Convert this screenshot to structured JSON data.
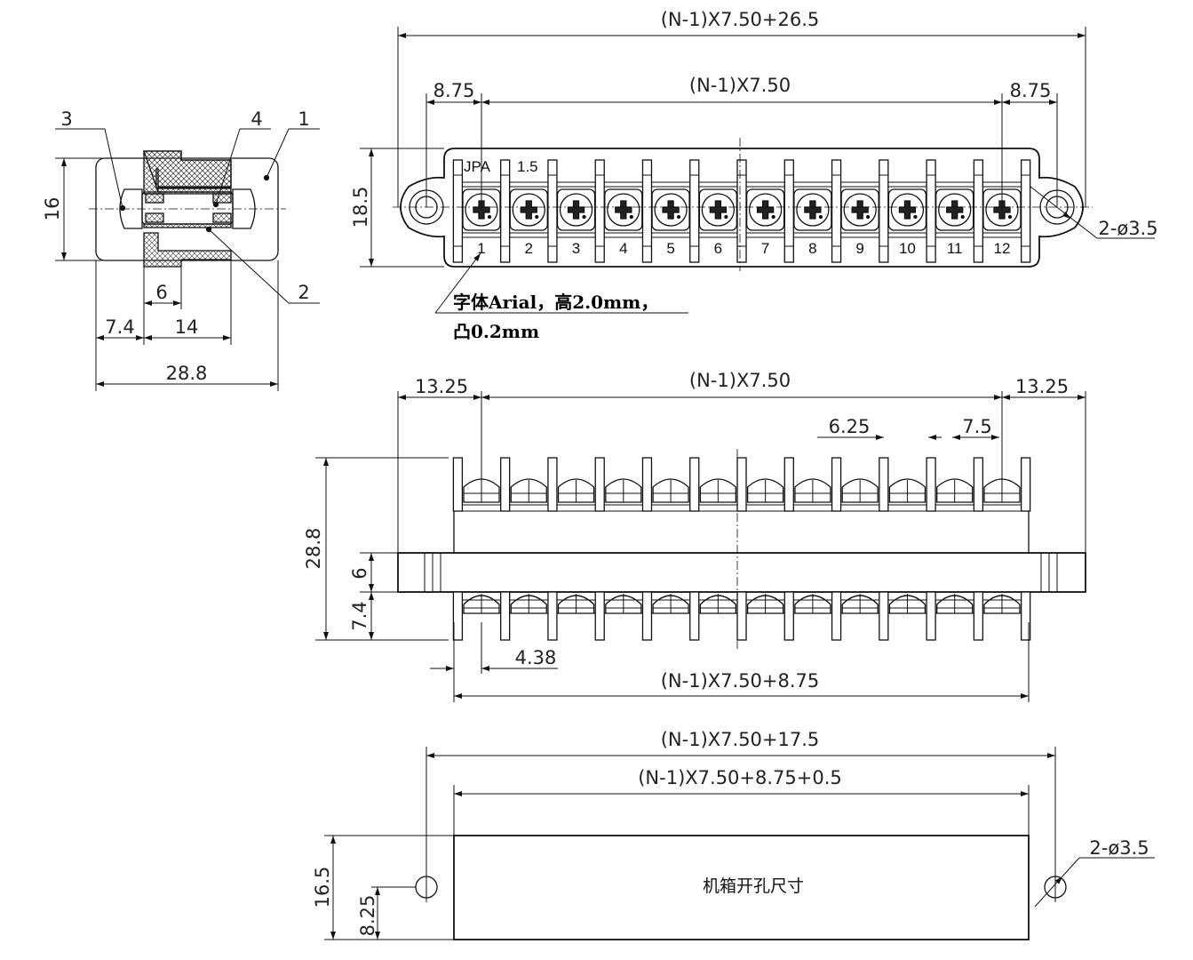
{
  "side_view": {
    "callouts": [
      "3",
      "4",
      "1",
      "2"
    ],
    "dims": {
      "height": "16",
      "slot": "6",
      "offset": "7.4",
      "depth": "14",
      "width": "28.8"
    }
  },
  "top_view": {
    "overall": "(N-1)X7.50+26.5",
    "pitch_span": "(N-1)X7.50",
    "edge_left": "8.75",
    "edge_right": "8.75",
    "height": "18.5",
    "holes": "2-ø3.5",
    "marking_model": "JPA",
    "marking_size": "1.5",
    "terminal_numbers": [
      "1",
      "2",
      "3",
      "4",
      "5",
      "6",
      "7",
      "8",
      "9",
      "10",
      "11",
      "12"
    ],
    "note_line1": "字体Arial，高2.0mm，",
    "note_line2": "凸0.2mm"
  },
  "front_view": {
    "edge_left": "13.25",
    "pitch_span": "(N-1)X7.50",
    "edge_right": "13.25",
    "barrier_gap": "6.25",
    "pitch": "7.5",
    "height": "28.8",
    "flange": "6",
    "lower": "7.4",
    "offset": "4.38",
    "body_length": "(N-1)X7.50+8.75"
  },
  "panel_cutout": {
    "hole_span": "(N-1)X7.50+17.5",
    "cutout_length": "(N-1)X7.50+8.75+0.5",
    "height": "16.5",
    "hole_offset": "8.25",
    "holes": "2-ø3.5",
    "title": "机箱开孔尺寸"
  }
}
